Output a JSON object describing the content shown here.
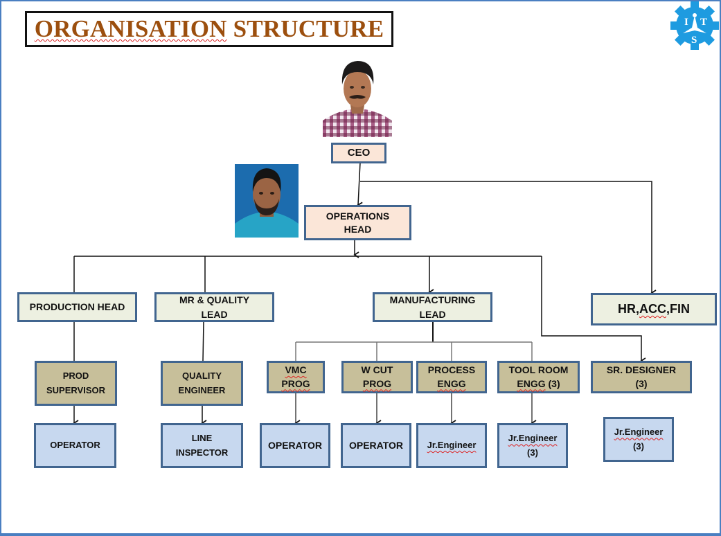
{
  "page": {
    "title_word1": "ORGANISATION",
    "title_word2": "STRUCTURE",
    "logo": {
      "icon": "gear-logo-icon",
      "letters": [
        "I",
        "T",
        "S"
      ],
      "color": "#1e9be0"
    },
    "title_color": "#9c4f0e",
    "frame_color": "#4a7fc1"
  },
  "photos": {
    "ceo": {
      "icon": "person-photo-ceo",
      "description": "CEO portrait photo"
    },
    "operations_head": {
      "icon": "person-photo-operations-head",
      "description": "Operations Head portrait photo"
    }
  },
  "nodes": {
    "ceo": {
      "label": "CEO"
    },
    "operations_head": {
      "line1": "OPERATIONS",
      "line2": "HEAD"
    },
    "production_head": {
      "label": "PRODUCTION HEAD"
    },
    "mr_quality_lead": {
      "line1": "MR & QUALITY",
      "line2": "LEAD"
    },
    "manufacturing_lead": {
      "line1": "MANUFACTURING",
      "line2": "LEAD"
    },
    "hr_acc_fin": {
      "label_a": "HR,",
      "label_b": "ACC",
      "label_c": ",FIN"
    },
    "prod_supervisor": {
      "line1": "PROD",
      "line2": "SUPERVISOR"
    },
    "quality_engineer": {
      "line1": "QUALITY",
      "line2": "ENGINEER"
    },
    "vmc_prog": {
      "line1": "VMC",
      "line2": "PROG"
    },
    "w_cut_prog": {
      "line1": "W CUT",
      "line2": "PROG"
    },
    "process_engg": {
      "line1": "PROCESS",
      "line2": "ENGG"
    },
    "tool_room_engg": {
      "line1": "TOOL ROOM",
      "line2a": "ENGG",
      "line2b": " (3)"
    },
    "sr_designer": {
      "line1": "SR. DESIGNER",
      "line2": "(3)"
    },
    "operator_prod": {
      "label": "OPERATOR"
    },
    "line_inspector": {
      "line1": "LINE",
      "line2": "INSPECTOR"
    },
    "operator_vmc": {
      "label": "OPERATOR"
    },
    "operator_wcut": {
      "label": "OPERATOR"
    },
    "jr_engineer_process": {
      "label": "Jr.Engineer"
    },
    "jr_engineer_toolroom": {
      "line1": "Jr.Engineer",
      "line2": "(3)"
    },
    "jr_engineer_design": {
      "line1": "Jr.Engineer",
      "line2": "(3)"
    }
  },
  "colors": {
    "box_border": "#41658f",
    "level_exec": "#fbe6d8",
    "level_lead": "#edf0e1",
    "level_mid": "#c7bf9a",
    "level_staff": "#c7d8ef"
  }
}
